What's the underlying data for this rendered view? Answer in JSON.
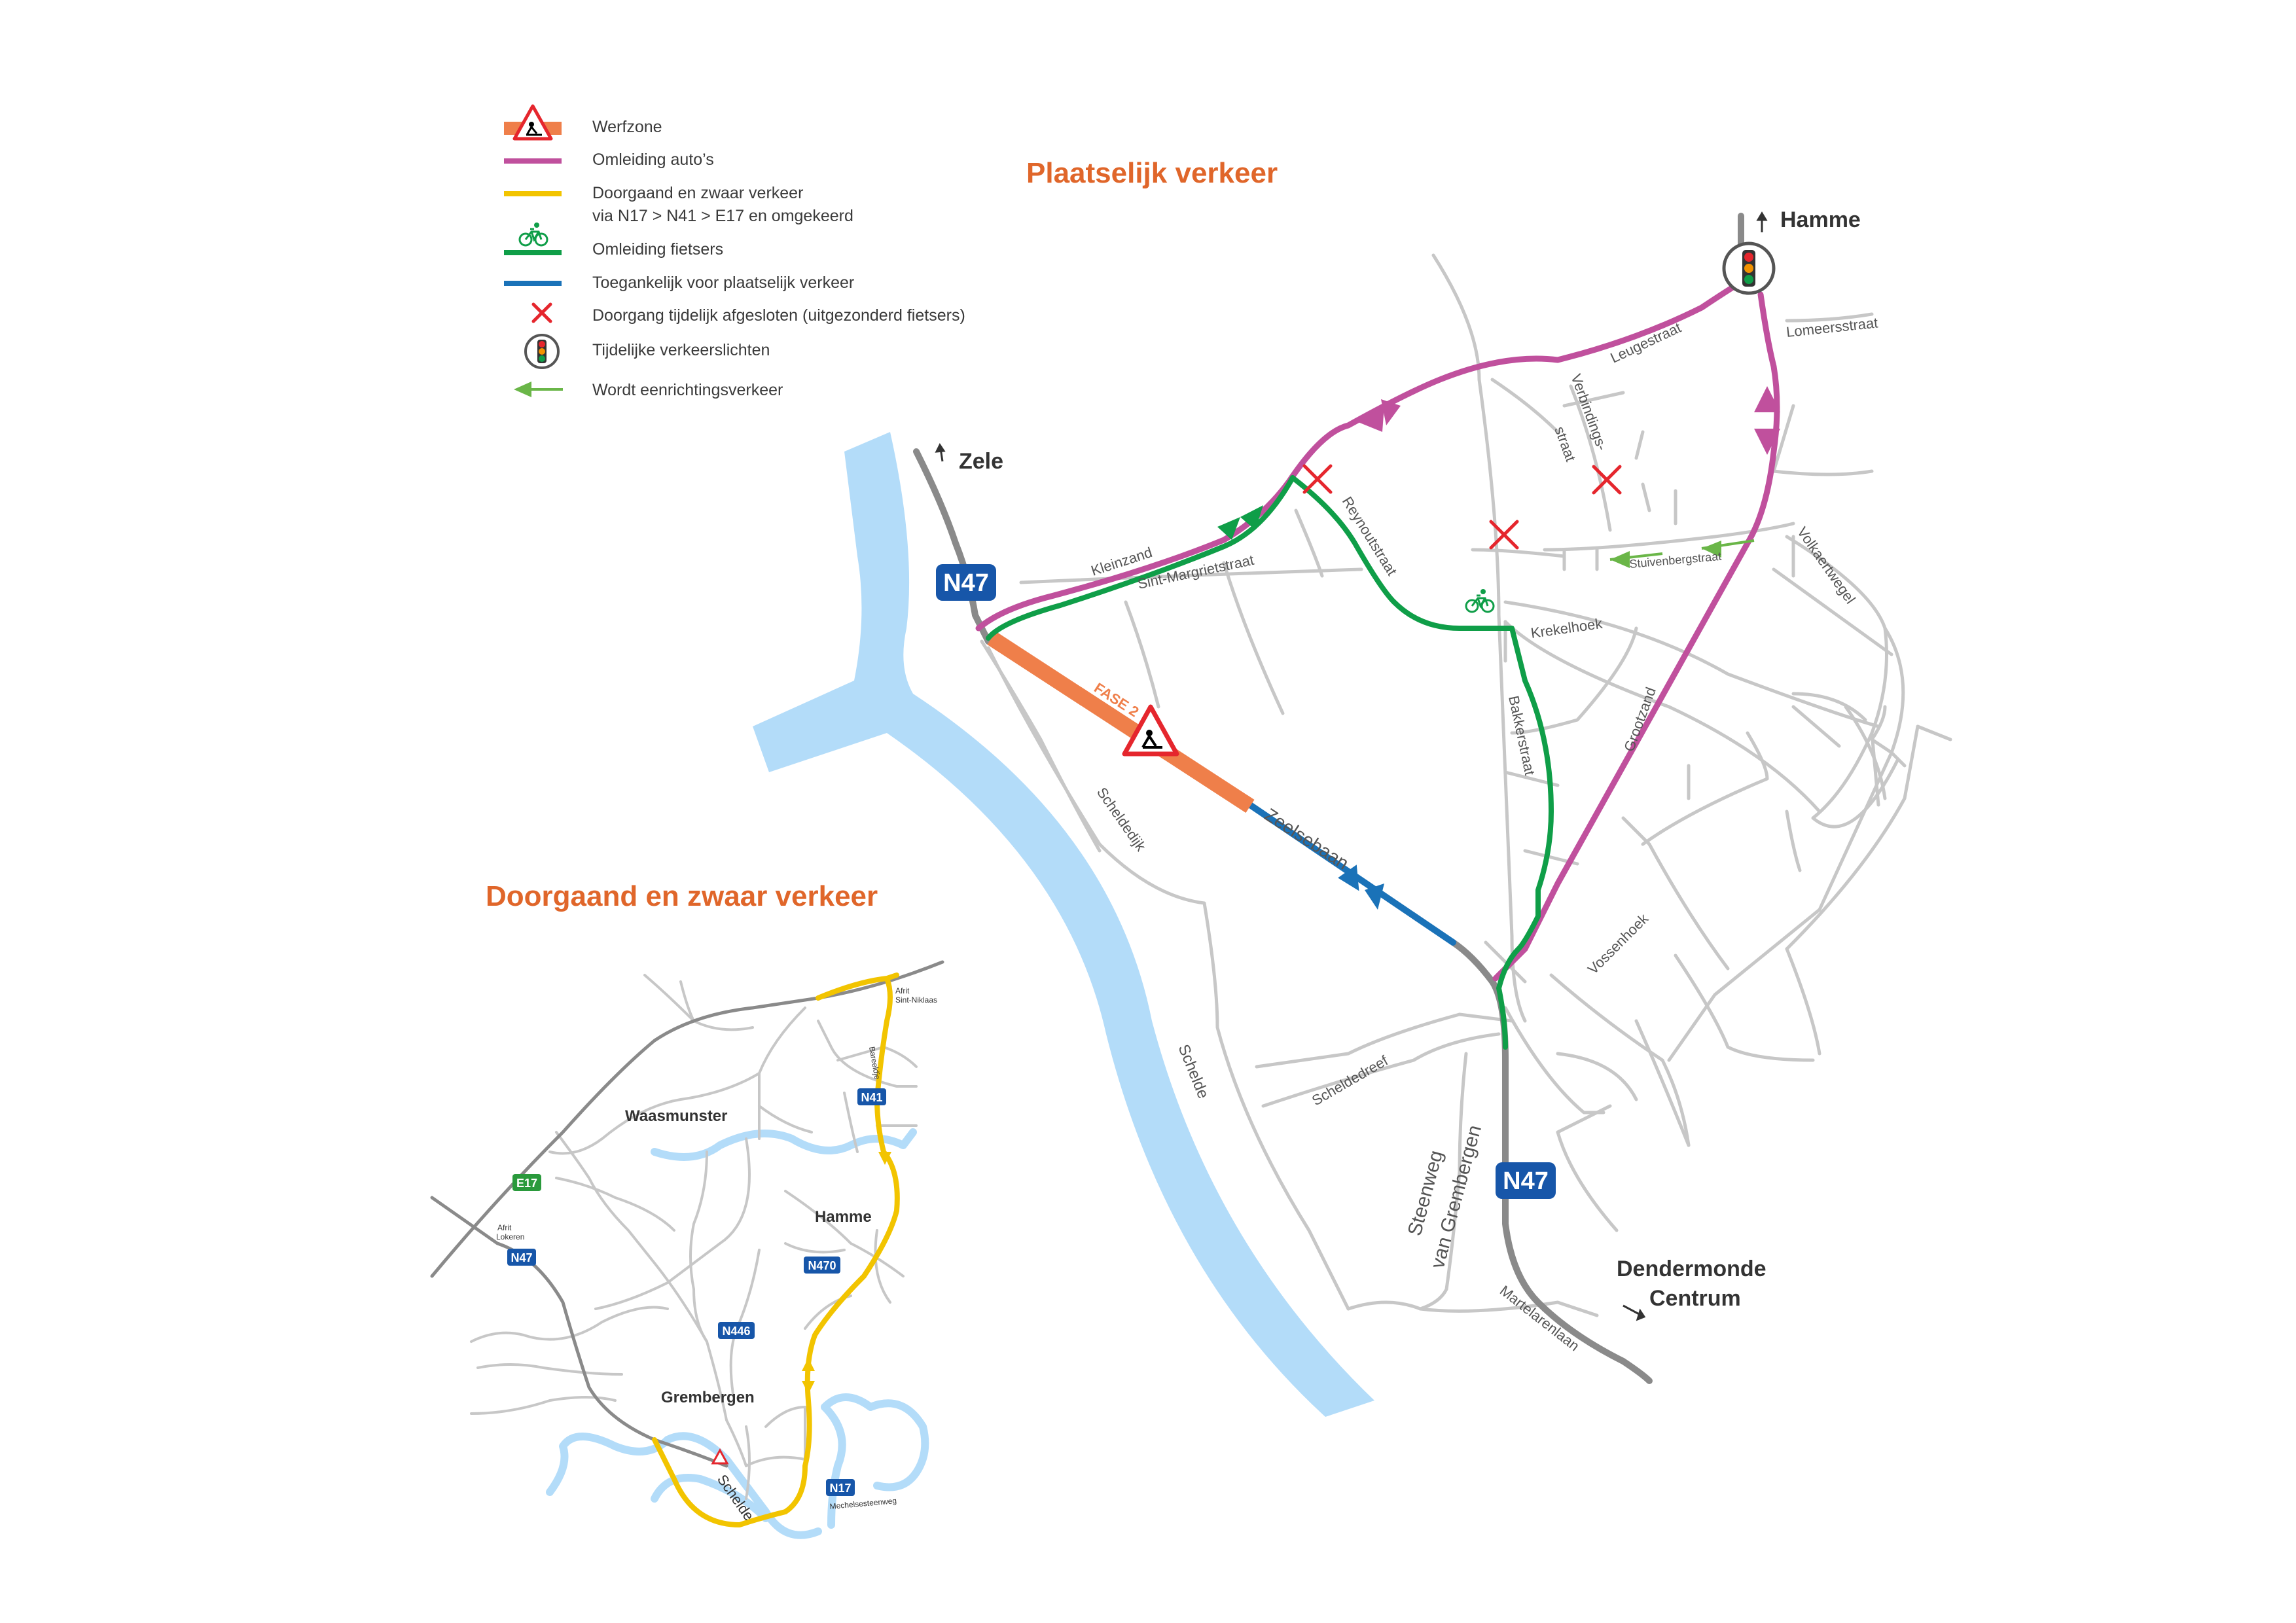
{
  "colors": {
    "river": "#b3dcf9",
    "road": "#c7c7c7",
    "main_road": "#8a8a8a",
    "werfzone": "#ef7f4a",
    "car_detour": "#c0509d",
    "heavy_traffic": "#f2c400",
    "bike_detour": "#0f9e48",
    "local_traffic": "#1a72b8",
    "closure": "#e5262d",
    "title": "#e0662a",
    "badge_blue": "#1756a9",
    "badge_green": "#2a9a3c"
  },
  "legend": {
    "werfzone": "Werfzone",
    "car_detour": "Omleiding auto’s",
    "heavy_traffic_line1": "Doorgaand en zwaar verkeer",
    "heavy_traffic_line2": "via N17 > N41 > E17 en omgekeerd",
    "bike_detour": "Omleiding fietsers",
    "local_traffic": "Toegankelijk voor plaatselijk verkeer",
    "closed": "Doorgang tijdelijk afgesloten (uitgezonderd fietsers)",
    "traffic_lights": "Tijdelijke verkeerslichten",
    "one_way": "Wordt eenrichtingsverkeer"
  },
  "titles": {
    "local": "Plaatselijk verkeer",
    "through": "Doorgaand en zwaar verkeer"
  },
  "main_map": {
    "places": {
      "hamme": "Hamme",
      "zele": "Zele",
      "dendermonde_1": "Dendermonde",
      "dendermonde_2": "Centrum"
    },
    "badges": {
      "n47_top": "N47",
      "n47_bottom": "N47"
    },
    "phase": "FASE 2",
    "streets": {
      "kleinzand": "Kleinzand",
      "sint_margriet": "Sint-Margrietstraat",
      "reynoutstraat": "Reynoutstraat",
      "leugestraat": "Leugestraat",
      "lomeersstraat": "Lomeersstraat",
      "verbindings_1": "Verbindings-",
      "verbindings_2": "straat",
      "stuivenbergstraat": "Stuivenbergstraat",
      "volkaertwegel": "Volkaertwegel",
      "krekelhoek": "Krekelhoek",
      "bakkerstraat": "Bakkerstraat",
      "grootzand": "Grootzand",
      "zeelsebaan": "Zeelsebaan",
      "scheldedijk": "Scheldedijk",
      "schelde": "Schelde",
      "scheldedreef": "Scheldedreef",
      "vossenhoek": "Vossenhoek",
      "steenweg_1": "Steenweg",
      "steenweg_2": "van Grembergen",
      "martelarenlaan": "Martelarenlaan"
    }
  },
  "inset_map": {
    "places": {
      "waasmunster": "Waasmunster",
      "hamme": "Hamme",
      "grembergen": "Grembergen"
    },
    "badges": {
      "e17": "E17",
      "n47": "N47",
      "n41": "N41",
      "n470": "N470",
      "n446": "N446",
      "n17": "N17"
    },
    "labels": {
      "afrit_sn_1": "Afrit",
      "afrit_sn_2": "Sint-Niklaas",
      "afrit_lok_1": "Afrit",
      "afrit_lok_2": "Lokeren",
      "bareeldje": "Bareeldje",
      "schelde": "Schelde",
      "mechelsesteenweg": "Mechelsesteenweg"
    }
  }
}
